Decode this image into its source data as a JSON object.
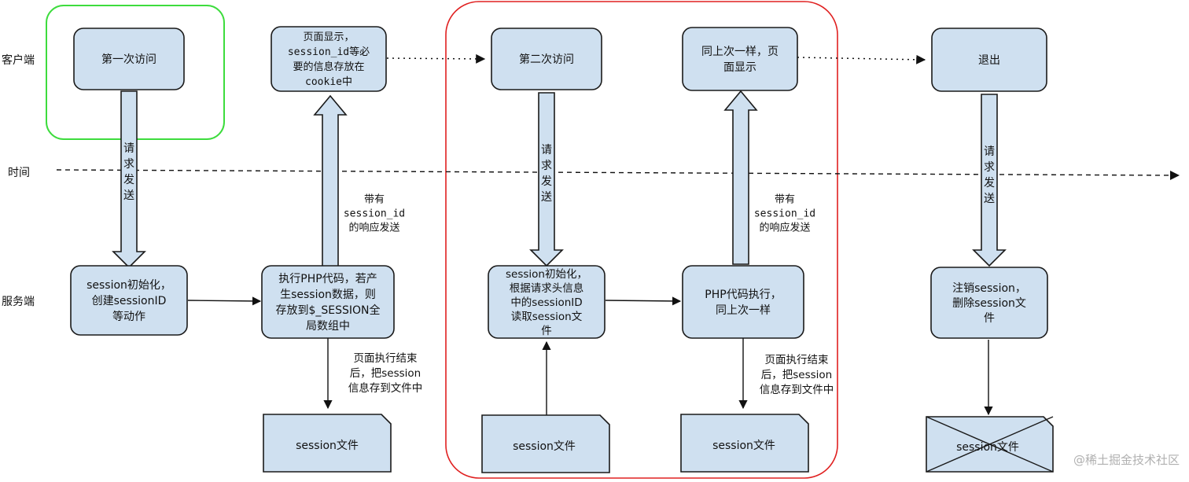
{
  "lanes": {
    "client": "客户端",
    "time": "时间",
    "server": "服务端"
  },
  "boxes": {
    "first_visit": [
      "第一次访问"
    ],
    "page_show_1": [
      "页面显示，",
      "session_id等必",
      "要的信息存放在",
      "cookie中"
    ],
    "second_visit": [
      "第二次访问"
    ],
    "page_show_2": [
      "同上次一样，页",
      "面显示"
    ],
    "logout": [
      "退出"
    ],
    "session_init_1": [
      "session初始化，",
      "创建sessionID",
      "等动作"
    ],
    "exec_php_1": [
      "执行PHP代码，若产",
      "生session数据，则",
      "存放到$_SESSION全",
      "局数组中"
    ],
    "session_init_2": [
      "session初始化，",
      "根据请求头信息",
      "中的sessionID",
      "读取session文",
      "件"
    ],
    "exec_php_2": [
      "PHP代码执行，",
      "同上次一样"
    ],
    "destroy_session": [
      "注销session，",
      "删除session文",
      "件"
    ]
  },
  "files": {
    "file_1": "session文件",
    "file_2": "session文件",
    "file_3": "session文件",
    "file_4": "session文件"
  },
  "arrow_labels": {
    "request_1": [
      "请",
      "求",
      "发",
      "送"
    ],
    "request_2": [
      "请",
      "求",
      "发",
      "送"
    ],
    "request_3": [
      "请",
      "求",
      "发",
      "送"
    ],
    "response_1": [
      "带有",
      "session_id",
      "的响应发送"
    ],
    "response_2": [
      "带有",
      "session_id",
      "的响应发送"
    ],
    "save_1": [
      "页面执行结束",
      "后，把session",
      "信息存到文件中"
    ],
    "save_2": [
      "页面执行结束",
      "后，把session",
      "信息存到文件中"
    ]
  },
  "watermark": "@稀土掘金技术社区",
  "colors": {
    "box_fill": "#cfe0f0",
    "box_stroke": "#1a1a1a",
    "highlight_green": "#3ddc3d",
    "highlight_red": "#e02020"
  }
}
